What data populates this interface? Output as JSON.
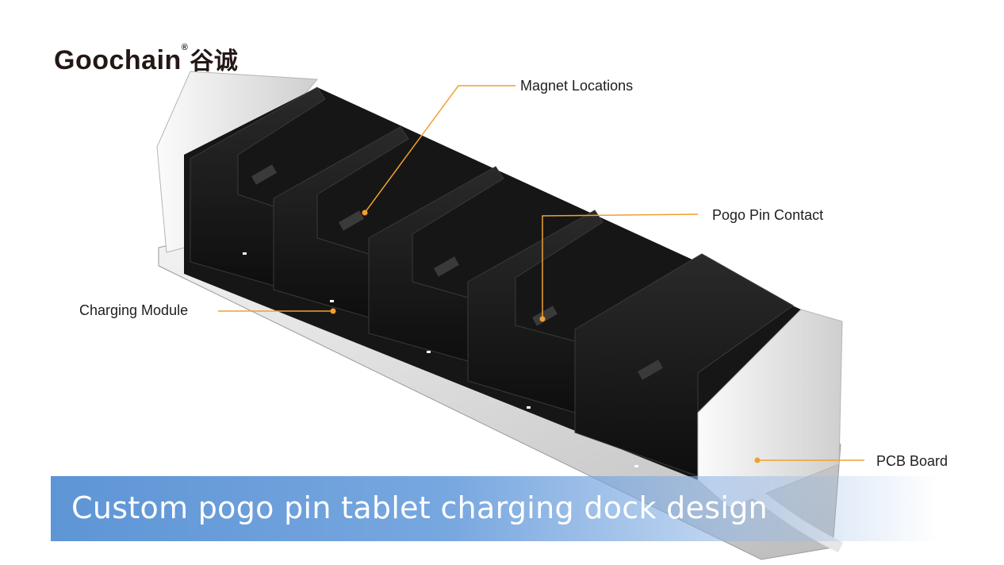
{
  "brand": {
    "name": "Goochain",
    "registered_mark": "®",
    "cn_name": "谷诚"
  },
  "callouts": {
    "magnet": "Magnet Locations",
    "pogo": "Pogo Pin Contact",
    "charging": "Charging Module",
    "pcb": "PCB Board"
  },
  "banner": {
    "text": "Custom pogo pin tablet charging dock design"
  },
  "colors": {
    "leader_line": "#f0a030",
    "banner": "#5a8fd4",
    "dock_body": "#1a1a1a",
    "end_cap": "#e8e8e8"
  }
}
